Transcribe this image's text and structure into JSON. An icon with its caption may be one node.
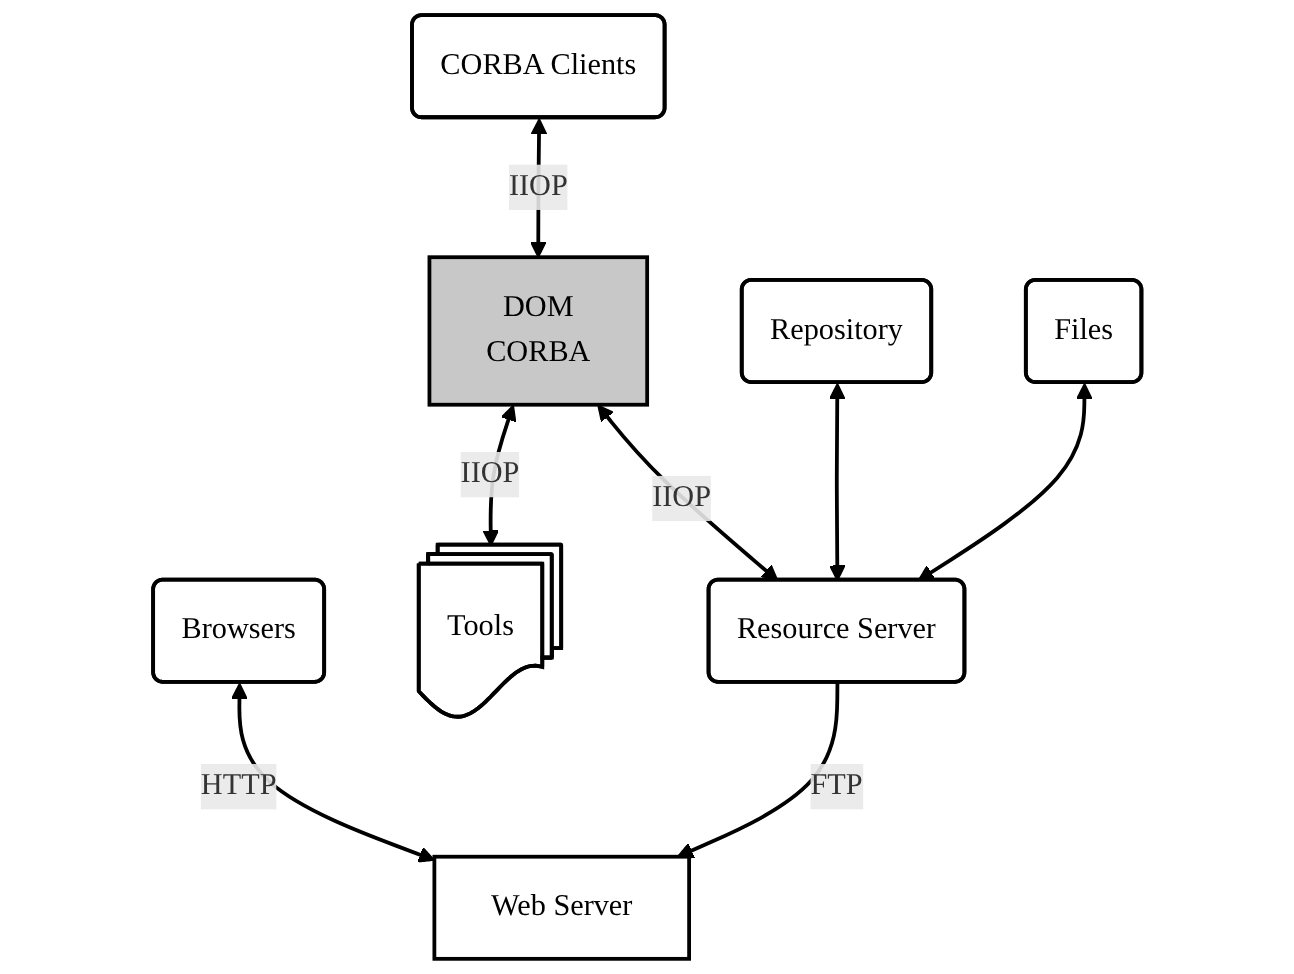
{
  "diagram": {
    "nodes": [
      {
        "text": [
          "CORBA Clients"
        ]
      },
      {
        "text": [
          "Browsers"
        ]
      },
      {
        "text": [
          "DOM",
          "CORBA"
        ]
      },
      {
        "text": [
          "Web Server"
        ]
      },
      {
        "text": [
          "Tools"
        ]
      },
      {
        "text": [
          "Resource Server"
        ]
      },
      {
        "text": [
          "Repository"
        ]
      },
      {
        "text": [
          "Files"
        ]
      }
    ],
    "edges": [
      {
        "from": 0,
        "to": 2,
        "arrow": "both",
        "label": "IIOP"
      },
      {
        "from": 1,
        "to": 3,
        "arrow": "both",
        "label": "HTTP"
      },
      {
        "from": 2,
        "to": 4,
        "arrow": "both",
        "label": "IIOP"
      },
      {
        "from": 2,
        "to": 5,
        "arrow": "both",
        "label": "IIOP"
      },
      {
        "from": 5,
        "to": 3,
        "arrow": "to",
        "label": "FTP"
      },
      {
        "from": 6,
        "to": 5,
        "arrow": "both"
      },
      {
        "from": 7,
        "to": 5,
        "arrow": "both"
      }
    ]
  }
}
